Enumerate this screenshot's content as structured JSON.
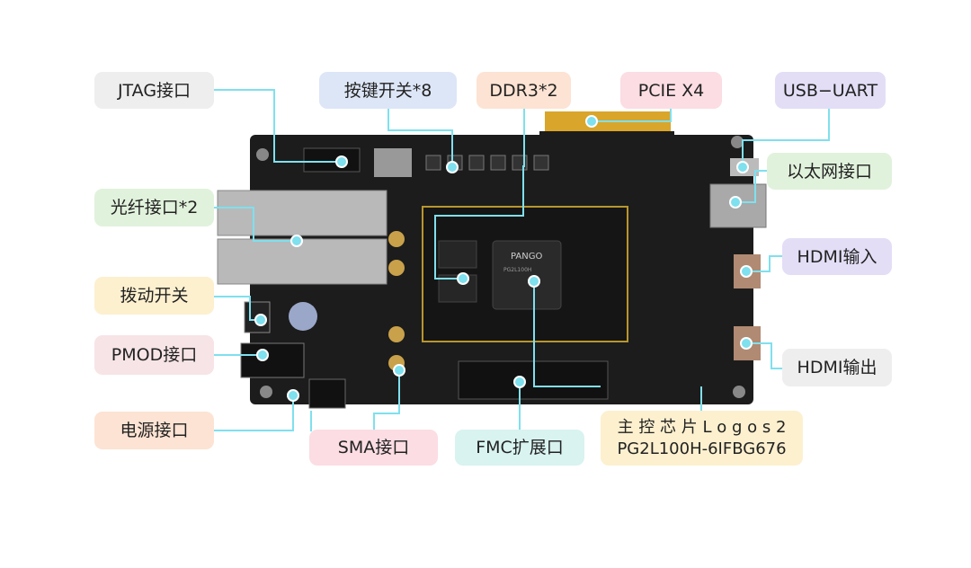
{
  "labels": {
    "jtag": {
      "text": "JTAG接口",
      "color": "#eeeeee"
    },
    "keys": {
      "text": "按键开关*8",
      "color": "#dde6f7"
    },
    "ddr3": {
      "text": "DDR3*2",
      "color": "#fde3d3"
    },
    "pcie": {
      "text": "PCIE X4",
      "color": "#fbdde3"
    },
    "usb_uart": {
      "text": "USB−UART",
      "color": "#e3def6"
    },
    "ethernet": {
      "text": "以太网接口",
      "color": "#e1f2dc"
    },
    "fiber": {
      "text": "光纤接口*2",
      "color": "#e1f2dc"
    },
    "hdmi_in": {
      "text": "HDMI输入",
      "color": "#e3def6"
    },
    "toggle": {
      "text": "拨动开关",
      "color": "#fdf0cf"
    },
    "pmod": {
      "text": "PMOD接口",
      "color": "#f7e4e6"
    },
    "hdmi_out": {
      "text": "HDMI输出",
      "color": "#eeeeee"
    },
    "power": {
      "text": "电源接口",
      "color": "#fde3d3"
    },
    "sma": {
      "text": "SMA接口",
      "color": "#fbdde3"
    },
    "fmc": {
      "text": "FMC扩展口",
      "color": "#d8f3f0"
    },
    "fpga_line1": {
      "text": "主 控 芯 片 L o g o s 2",
      "color": "#fdf0cf"
    },
    "fpga_line2": {
      "text": "PG2L100H-6IFBG676"
    }
  },
  "board": {
    "chip_brand": "PANGO",
    "chip_model": "PG2L100H"
  },
  "colors": {
    "connector_line": "#7fe0ee",
    "board": "#1c1c1c",
    "pcie_gold": "#d9a52a"
  }
}
